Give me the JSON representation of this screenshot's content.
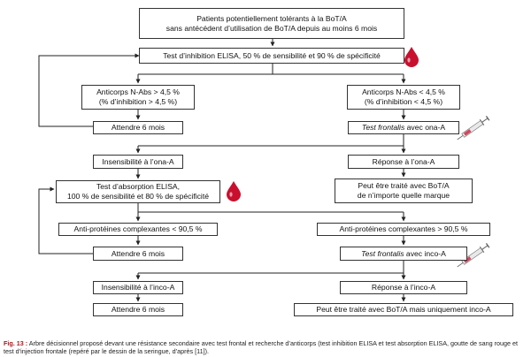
{
  "nodes": {
    "start": {
      "line1": "Patients potentiellement tolérants à la BoT/A",
      "line2": "sans antécédent d’utilisation de BoT/A depuis au moins 6 mois"
    },
    "elisa_inhibition": {
      "label": "Test d’inhibition ELISA, 50 % de sensibilité et 90 % de spécificité"
    },
    "nabs_high": {
      "line1": "Anticorps N-Abs > 4,5 %",
      "line2": "(% d’inhibition > 4,5 %)"
    },
    "nabs_low": {
      "line1": "Anticorps N-Abs < 4,5 %",
      "line2": "(% d’inhibition < 4,5 %)"
    },
    "wait1": {
      "label": "Attendre 6 mois"
    },
    "frontalis_ona": {
      "italic": "Test frontalis",
      "rest": " avec ona-A"
    },
    "insens_ona": {
      "label": "Insensibilité à l’ona-A"
    },
    "response_ona": {
      "label": "Réponse à l’ona-A"
    },
    "elisa_absorption": {
      "line1": "Test d’absorption ELISA,",
      "line2": "100 % de sensibilité et 80 % de spécificité"
    },
    "any_brand": {
      "line1": "Peut être traité avec BoT/A",
      "line2": "de n’importe quelle marque"
    },
    "anti_low": {
      "label": "Anti-protéines complexantes < 90,5 %"
    },
    "anti_high": {
      "label": "Anti-protéines complexantes > 90,5 %"
    },
    "wait2": {
      "label": "Attendre 6 mois"
    },
    "frontalis_inco": {
      "italic": "Test frontalis",
      "rest": " avec inco-A"
    },
    "insens_inco": {
      "label": "Insensibilité à l’inco-A"
    },
    "response_inco": {
      "label": "Réponse à l’inco-A"
    },
    "wait3": {
      "label": "Attendre 6 mois"
    },
    "inco_only": {
      "label": "Peut être traité avec BoT/A mais uniquement inco-A"
    }
  },
  "icons": {
    "blood_drop": "blood-drop-icon",
    "syringe": "syringe-icon"
  },
  "colors": {
    "blood": "#c8102e",
    "caption_lead": "#b3131b"
  },
  "caption": {
    "lead": "Fig. 13 :",
    "text": " Arbre décisionnel proposé devant une résistance secondaire avec test frontal et recherche d’anticorps (test inhibition ELISA et test absorption ELISA, goutte de sang rouge et test d’injection frontale (repéré par le dessin de la seringue, d’après [11])."
  }
}
